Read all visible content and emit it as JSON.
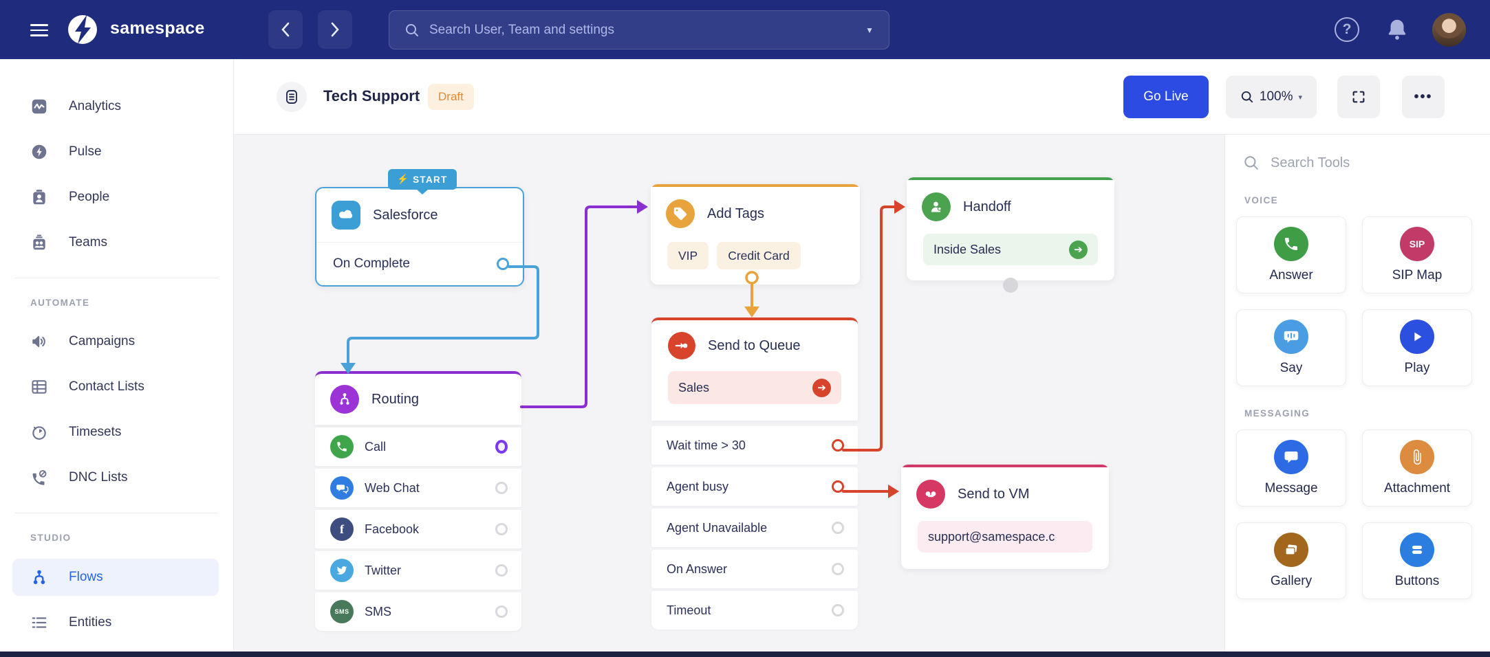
{
  "navbar": {
    "logo_text": "samespace",
    "search_placeholder": "Search User, Team and settings"
  },
  "sidebar": {
    "sections": [
      {
        "items": [
          {
            "label": "Analytics"
          },
          {
            "label": "Pulse"
          },
          {
            "label": "People"
          },
          {
            "label": "Teams"
          }
        ]
      },
      {
        "header": "AUTOMATE",
        "items": [
          {
            "label": "Campaigns"
          },
          {
            "label": "Contact Lists"
          },
          {
            "label": "Timesets"
          },
          {
            "label": "DNC Lists"
          }
        ]
      },
      {
        "header": "STUDIO",
        "items": [
          {
            "label": "Flows",
            "active": true
          },
          {
            "label": "Entities"
          }
        ]
      }
    ]
  },
  "header": {
    "title": "Tech Support",
    "status_badge": "Draft",
    "go_live_label": "Go Live",
    "zoom_level": "100%"
  },
  "flow": {
    "salesforce": {
      "start_badge": "START",
      "title": "Salesforce",
      "output": "On Complete"
    },
    "routing": {
      "title": "Routing",
      "channels": [
        {
          "label": "Call"
        },
        {
          "label": "Web Chat"
        },
        {
          "label": "Facebook",
          "icon_text": "f"
        },
        {
          "label": "Twitter"
        },
        {
          "label": "SMS",
          "icon_text": "SMS"
        }
      ]
    },
    "add_tags": {
      "title": "Add Tags",
      "tags": [
        {
          "label": "VIP"
        },
        {
          "label": "Credit Card"
        }
      ]
    },
    "send_to_queue": {
      "title": "Send to Queue",
      "queue": "Sales",
      "outputs": [
        {
          "label": "Wait time > 30"
        },
        {
          "label": "Agent busy"
        },
        {
          "label": "Agent Unavailable"
        },
        {
          "label": "On Answer"
        },
        {
          "label": "Timeout"
        }
      ]
    },
    "handoff": {
      "title": "Handoff",
      "target": "Inside Sales"
    },
    "send_to_vm": {
      "title": "Send to VM",
      "mailbox": "support@samespace.c"
    }
  },
  "tools_panel": {
    "search_placeholder": "Search Tools",
    "sections": [
      {
        "header": "VOICE",
        "tools": [
          {
            "label": "Answer"
          },
          {
            "label": "SIP Map",
            "icon_text": "SIP"
          },
          {
            "label": "Say"
          },
          {
            "label": "Play"
          }
        ]
      },
      {
        "header": "MESSAGING",
        "tools": [
          {
            "label": "Message"
          },
          {
            "label": "Attachment"
          },
          {
            "label": "Gallery"
          },
          {
            "label": "Buttons"
          }
        ]
      }
    ]
  },
  "colors": {
    "navbar_bg": "#1f2b7d",
    "primary_button": "#2c4be2",
    "active_nav": "#2563eb",
    "start_blue": "#3b9fd6",
    "routing_purple": "#8b2fd0",
    "tags_orange": "#e8a33d",
    "queue_red": "#d8432c",
    "handoff_green": "#43a24e",
    "vm_pink": "#d63864"
  }
}
